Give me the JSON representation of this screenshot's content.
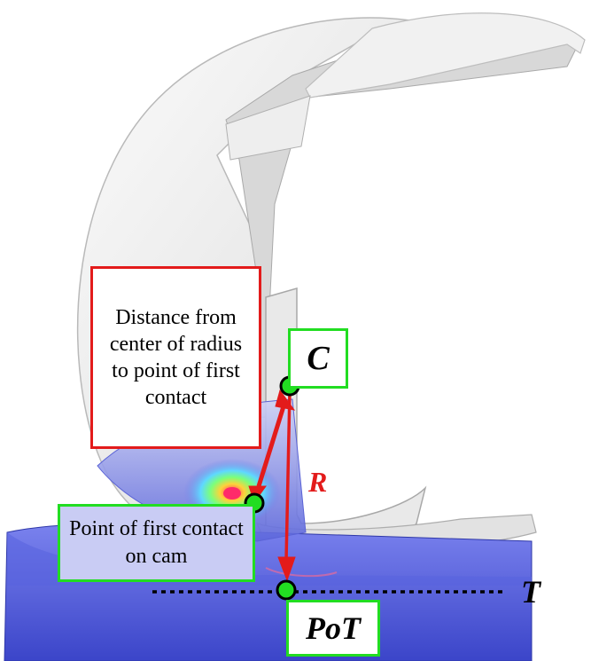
{
  "labels": {
    "distance_box": "Distance from center of radius to point of first contact",
    "center": "C",
    "radius": "R",
    "first_contact": "Point of first contact on cam",
    "point_of_tangency": "PoT",
    "tangent": "T"
  },
  "colors": {
    "callout_border": "#e31b1b",
    "label_border": "#22dd22",
    "arrow": "#e31b1b",
    "marker": "#22dd22",
    "tibial_insert": "#4a55d9"
  }
}
